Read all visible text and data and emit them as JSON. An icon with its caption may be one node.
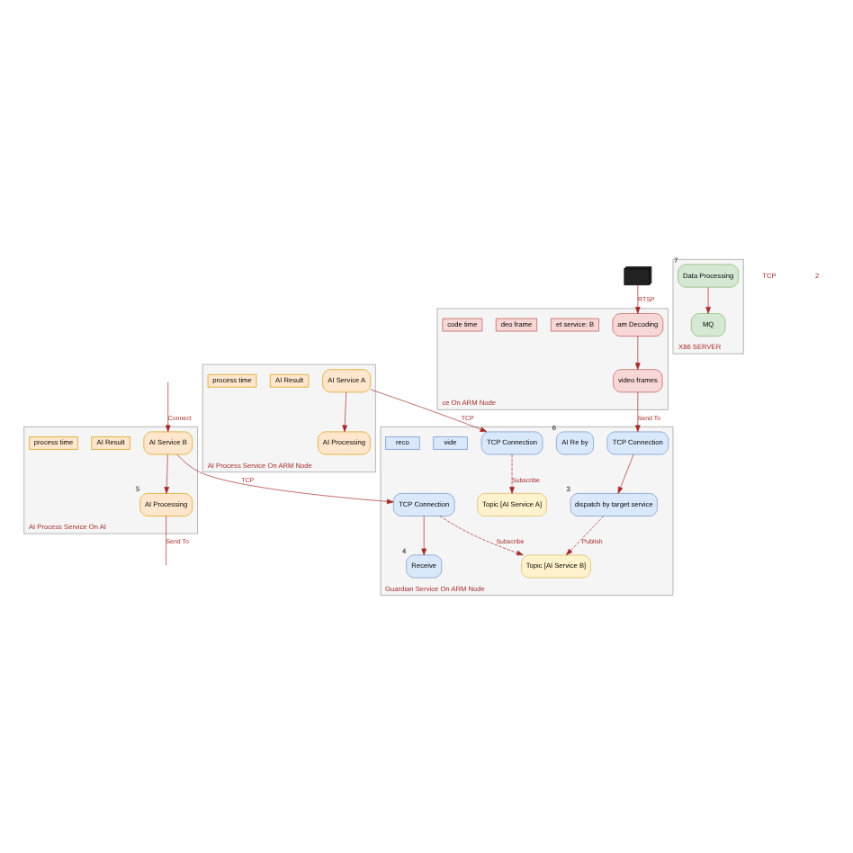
{
  "diagram": {
    "nodes": [
      {
        "text": [
          "ce On ARM Node"
        ]
      },
      {
        "text": [
          "am Decoding"
        ],
        "in": 0
      },
      {
        "text": [
          "video frames"
        ],
        "in": 0
      },
      {
        "text": [
          "et service: B"
        ],
        "in": 0
      },
      {
        "text": [
          "deo frame"
        ],
        "in": 0
      },
      {
        "text": [
          "code time"
        ],
        "in": 0
      },
      {
        "text": [],
        "shape": "picture"
      },
      {
        "text": [
          "X86 SERVER"
        ]
      },
      {
        "text": [
          "Data Processing"
        ],
        "in": 7,
        "beside": [
          "7"
        ]
      },
      {
        "text": [
          "MQ"
        ],
        "in": 7
      },
      {
        "text": [
          "Guardian Service On ARM Node"
        ]
      },
      {
        "text": [
          "TCP Connection"
        ],
        "in": 10
      },
      {
        "text": [
          "dispatch by target service"
        ],
        "in": 10,
        "beside": [
          "3"
        ]
      },
      {
        "text": [
          "Topic [AI Service A]"
        ],
        "in": 10
      },
      {
        "text": [
          "Topic [AI Service B]"
        ],
        "in": 10
      },
      {
        "text": [
          "AI Re by"
        ],
        "in": 10,
        "beside": [
          "6"
        ]
      },
      {
        "text": [
          "TCP Connection"
        ],
        "in": 10
      },
      {
        "text": [
          "TCP Connection"
        ],
        "in": 10
      },
      {
        "text": [
          "Receive"
        ],
        "in": 10,
        "beside": [
          "4"
        ]
      },
      {
        "text": [
          "vide"
        ],
        "in": 10
      },
      {
        "text": [
          "reco"
        ],
        "in": 10
      },
      {
        "text": [
          "AI Process Service On ARM Node"
        ]
      },
      {
        "text": [
          "AI Service A"
        ],
        "in": 21
      },
      {
        "text": [
          "AI Processing"
        ],
        "in": 21
      },
      {
        "text": [
          "AI Result"
        ],
        "in": 21
      },
      {
        "text": [
          "process time"
        ],
        "in": 21
      },
      {
        "text": [
          "AI Process Service On AI"
        ]
      },
      {
        "text": [
          "AI Service B"
        ],
        "in": 26
      },
      {
        "text": [
          "AI Processing"
        ],
        "in": 26,
        "beside": [
          "5"
        ]
      },
      {
        "text": [
          "AI Result"
        ],
        "in": 26
      },
      {
        "text": [
          "process time"
        ],
        "in": 26
      }
    ],
    "edges": [
      {
        "from": 6,
        "to": 1,
        "arrow": "to",
        "label": "RTSP"
      },
      {
        "from": 1,
        "to": 2,
        "arrow": "to"
      },
      {
        "from": 2,
        "to": 11,
        "arrow": "to",
        "label": "Send To"
      },
      {
        "from": 11,
        "to": 12,
        "arrow": "to"
      },
      {
        "from": 12,
        "to": 14,
        "arrow": "to",
        "label": "Publish",
        "style": "dashed"
      },
      {
        "from": 16,
        "to": 13,
        "arrow": "to",
        "label": "Subscribe",
        "style": "dashed"
      },
      {
        "from": 17,
        "to": 14,
        "arrow": "to",
        "label": "Subscribe",
        "style": "dashed"
      },
      {
        "from": 17,
        "to": 18,
        "arrow": "to"
      },
      {
        "from": 22,
        "to": 16,
        "arrow": "to",
        "label": "TCP"
      },
      {
        "from": 27,
        "to": 17,
        "arrow": "to",
        "label": "TCP"
      },
      {
        "from": null,
        "to": 27,
        "arrow": "to",
        "label": "Connect"
      },
      {
        "from": 22,
        "to": 23,
        "arrow": "to"
      },
      {
        "from": 27,
        "to": 28,
        "arrow": "to"
      },
      {
        "from": 28,
        "to": null,
        "arrow": "none",
        "label": "Send To"
      },
      {
        "from": 8,
        "to": 9,
        "arrow": "to"
      }
    ],
    "labels": [
      "TCP",
      "2"
    ]
  }
}
